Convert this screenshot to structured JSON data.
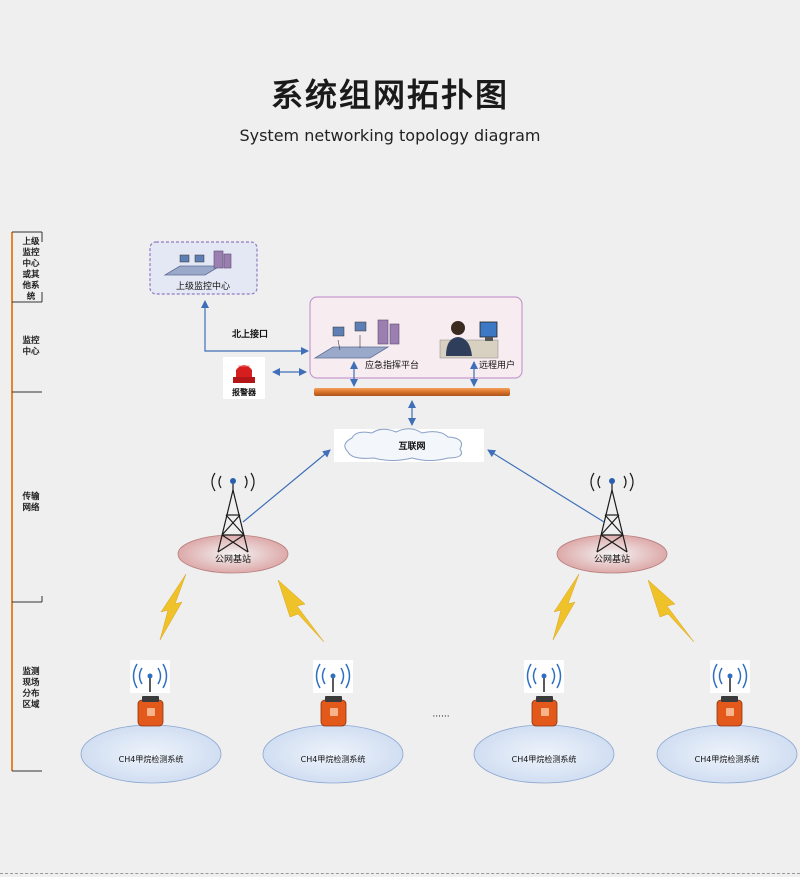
{
  "header": {
    "title": "系统组网拓扑图",
    "subtitle": "System networking topology diagram"
  },
  "side_axis": {
    "section_1": [
      "上级",
      "监控",
      "中心",
      "或其",
      "他系",
      "统"
    ],
    "section_2": [
      "监控",
      "中心"
    ],
    "section_3": [
      "传输",
      "网络"
    ],
    "section_4": [
      "监测",
      "现场",
      "分布",
      "区域"
    ]
  },
  "nodes": {
    "upper_center": "上级监控中心",
    "north_interface": "北上接口",
    "alarm": "报警器",
    "command_platform": "应急指挥平台",
    "remote_user": "远程用户",
    "internet": "互联网",
    "base_station_left": "公网基站",
    "base_station_right": "公网基站",
    "ellipsis": "······",
    "detection_systems": [
      "CH4甲烷检测系统",
      "CH4甲烷检测系统",
      "CH4甲烷检测系统",
      "CH4甲烷检测系统"
    ]
  },
  "colors": {
    "arrow": "#3f6fb9",
    "timeline": "#e2872f",
    "monitor_box_fill": "#f7ecef",
    "monitor_box_border": "#c79ad0",
    "ellipse_fill": "#dbe6f5",
    "bolt": "#f0c22a",
    "sensor": "#e3591c"
  }
}
